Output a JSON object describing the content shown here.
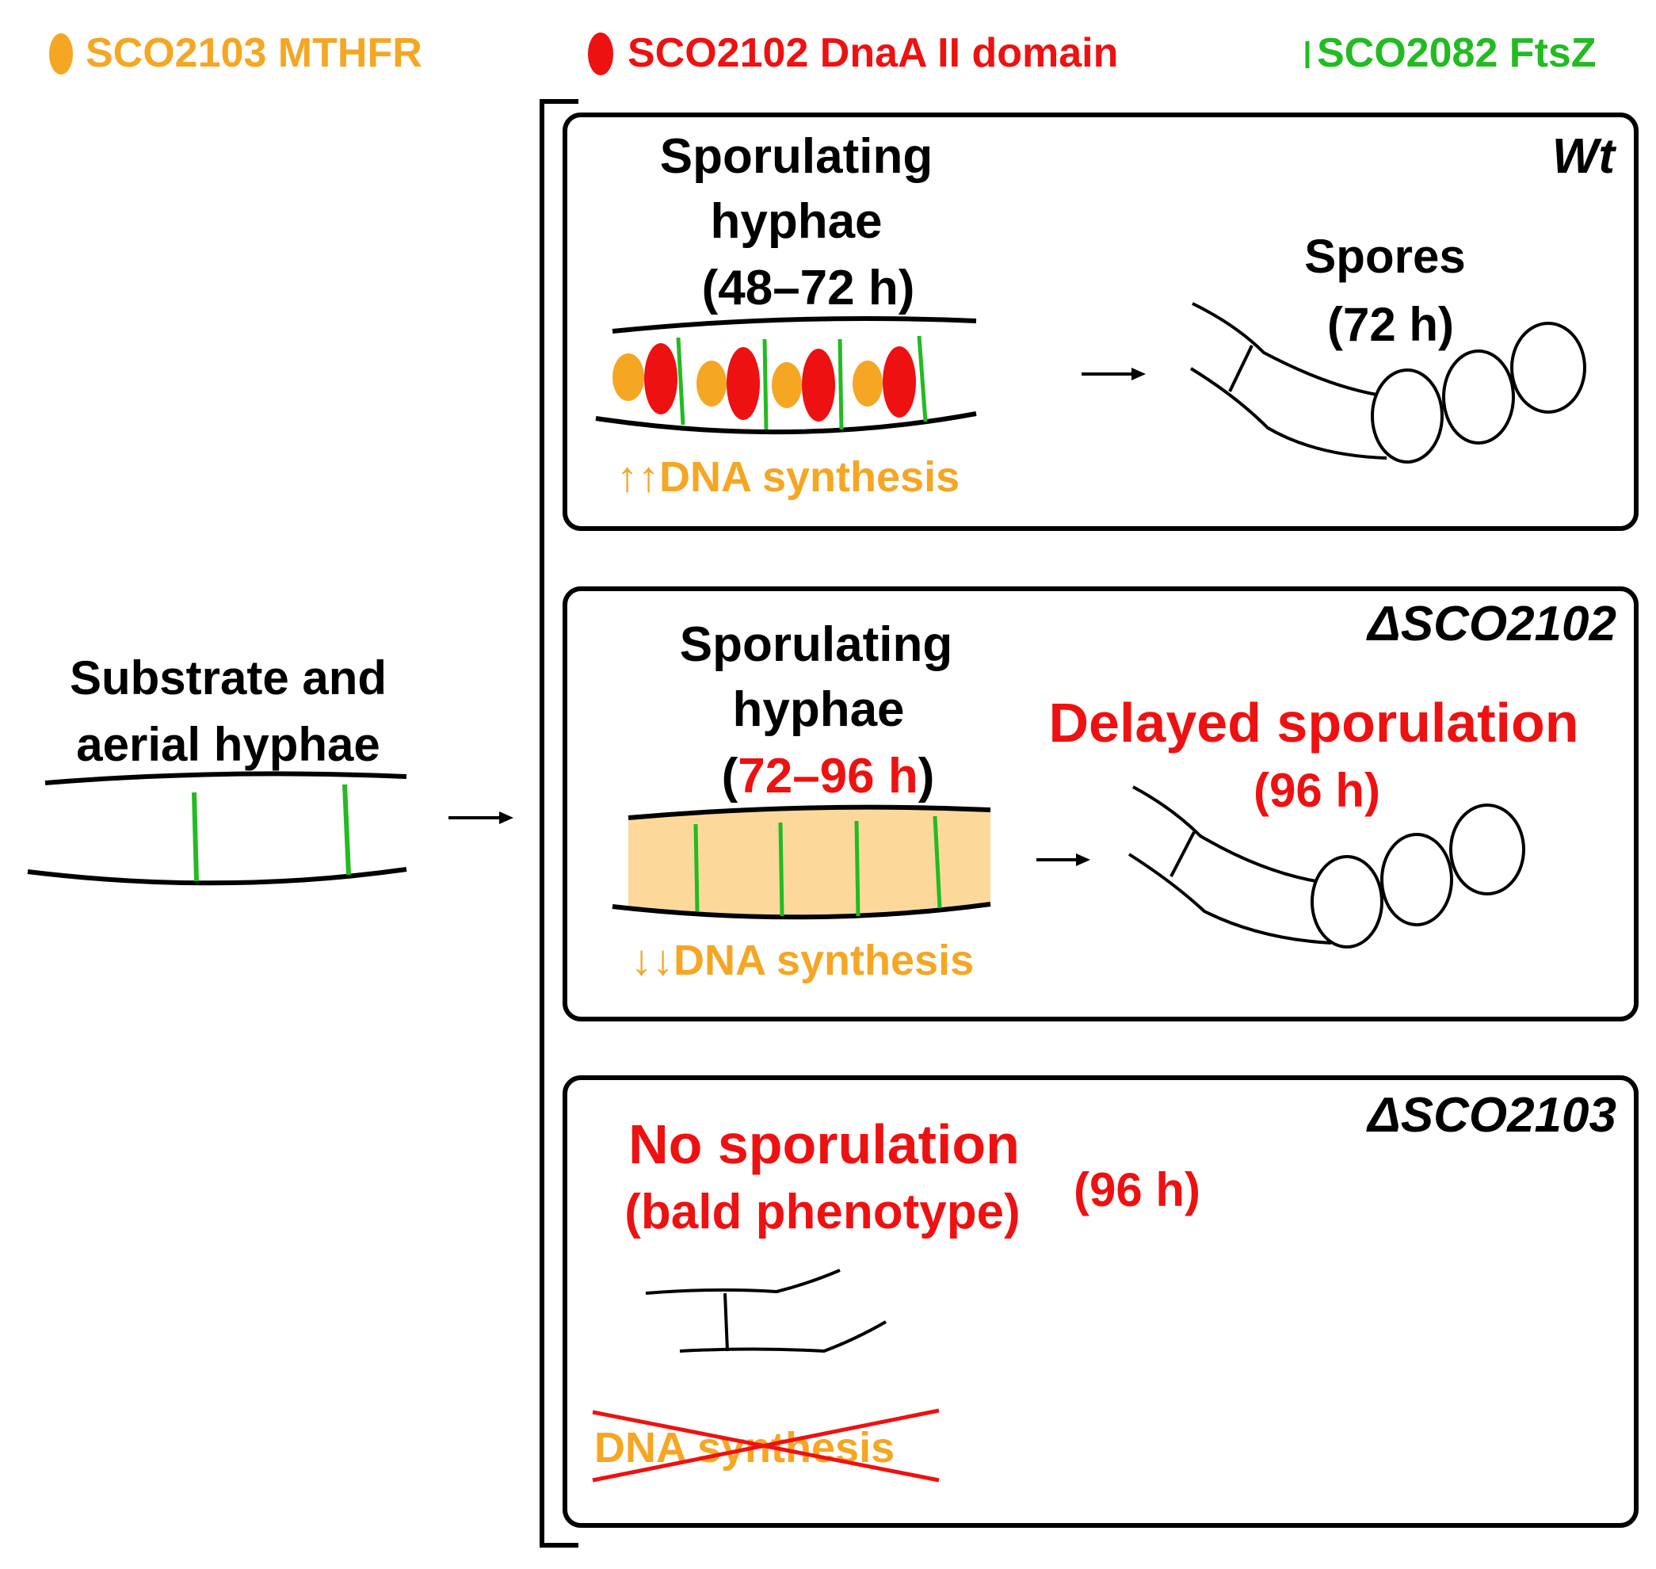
{
  "legend": {
    "mthfr": {
      "label": "SCO2103 MTHFR",
      "color": "#F5A623"
    },
    "dnaa": {
      "label": "SCO2102 DnaA II domain",
      "color": "#EE1111"
    },
    "ftsz": {
      "label": "SCO2082 FtsZ",
      "color": "#22BB22"
    }
  },
  "left": {
    "line1": "Substrate and",
    "line2": "aerial hyphae"
  },
  "wt": {
    "tag": "Wt",
    "title1": "Sporulating",
    "title2": "hyphae",
    "time": "(48–72 h)",
    "spores1": "Spores",
    "spores2": "(72 h)",
    "dna": "↑↑DNA synthesis"
  },
  "d2102": {
    "tag": "ΔSCO2102",
    "title1": "Sporulating",
    "title2": "hyphae",
    "time_open": "(",
    "time_value": "72–96 h",
    "time_close": ")",
    "delayed1": "Delayed sporulation",
    "delayed2": "(96 h)",
    "dna": "↓↓DNA synthesis",
    "fill_color": "#FCD99A"
  },
  "d2103": {
    "tag": "ΔSCO2103",
    "nospor1": "No sporulation",
    "nospor2": "(bald phenotype)",
    "time": "(96 h)",
    "dna": "DNA synthesis"
  }
}
